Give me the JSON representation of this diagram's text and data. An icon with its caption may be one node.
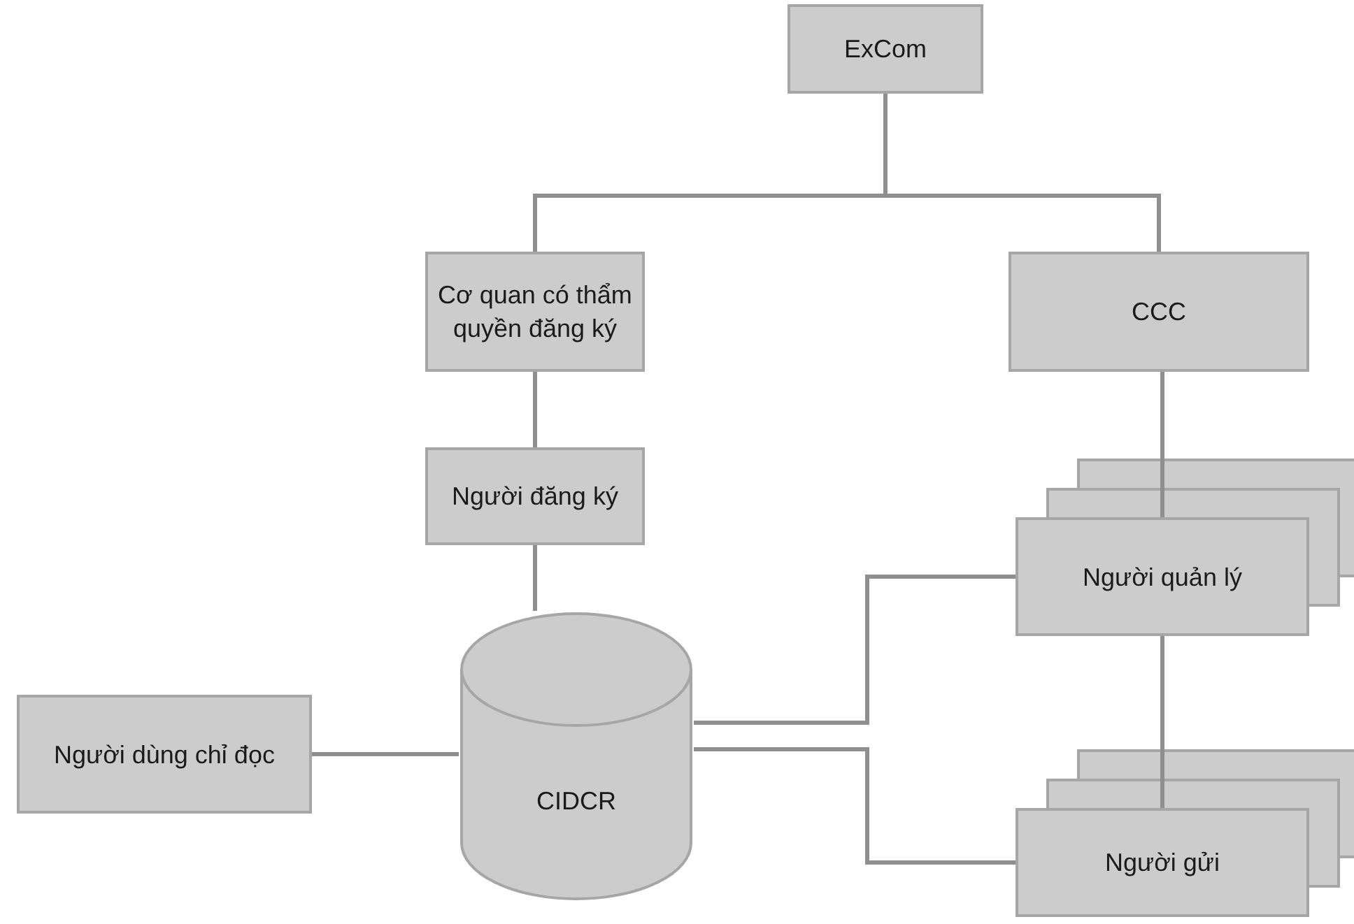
{
  "diagram": {
    "nodes": [
      {
        "text": [
          "ExCom"
        ]
      },
      {
        "text": [
          "Cơ quan có thẩm quyền đăng ký"
        ]
      },
      {
        "text": [
          "CCC"
        ]
      },
      {
        "text": [
          "Người đăng ký"
        ]
      },
      {
        "text": [
          "CIDCR"
        ]
      },
      {
        "text": [
          "Người dùng chỉ đọc"
        ]
      },
      {
        "text": [
          "Người quản lý"
        ]
      },
      {
        "text": [
          "Người gửi"
        ]
      }
    ],
    "edges": [
      {
        "from": 0,
        "to": 1,
        "arrow": "none"
      },
      {
        "from": 0,
        "to": 2,
        "arrow": "none"
      },
      {
        "from": 1,
        "to": 3,
        "arrow": "none"
      },
      {
        "from": 3,
        "to": 4,
        "arrow": "none"
      },
      {
        "from": 5,
        "to": 4,
        "arrow": "none"
      },
      {
        "from": 4,
        "to": 6,
        "arrow": "none"
      },
      {
        "from": 4,
        "to": 7,
        "arrow": "none"
      },
      {
        "from": 2,
        "to": 6,
        "arrow": "none"
      },
      {
        "from": 6,
        "to": 7,
        "arrow": "none"
      }
    ]
  }
}
